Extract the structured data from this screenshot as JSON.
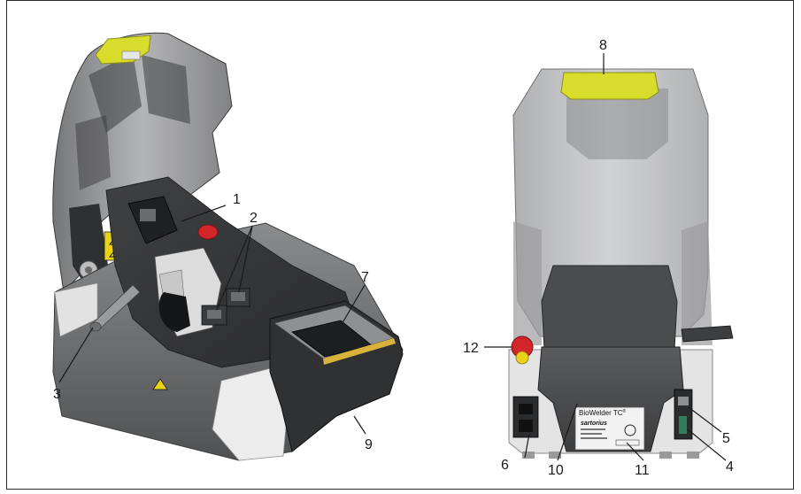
{
  "callouts": {
    "c1": "1",
    "c2": "2",
    "c3": "3",
    "c4": "4",
    "c5": "5",
    "c6": "6",
    "c7": "7",
    "c8": "8",
    "c9": "9",
    "c10": "10",
    "c11": "11",
    "c12": "12"
  },
  "device": {
    "rear_label_title": "BioWelder TC",
    "rear_label_mark": "®",
    "rear_label_brand": "sartorius"
  },
  "colors": {
    "yellow_accent": "#d8dc2a",
    "housing_dark": "#4a4b4d",
    "housing_mid": "#7b7c7e",
    "cover_tint": "#8e8f91",
    "red_button": "#d3262b"
  }
}
